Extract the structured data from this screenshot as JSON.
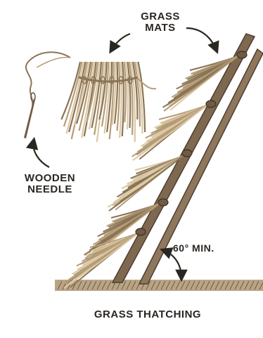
{
  "labels": {
    "grass_mats": "GRASS\nMATS",
    "wooden_needle": "WOODEN\nNEEDLE",
    "angle": "60° MIN.",
    "caption": "GRASS THATCHING"
  },
  "colors": {
    "ink": "#2a2622",
    "straw_dark": "#8a7456",
    "straw_mid": "#b59d77",
    "straw_light": "#dcc9a6",
    "pole": "#6f5a43"
  }
}
